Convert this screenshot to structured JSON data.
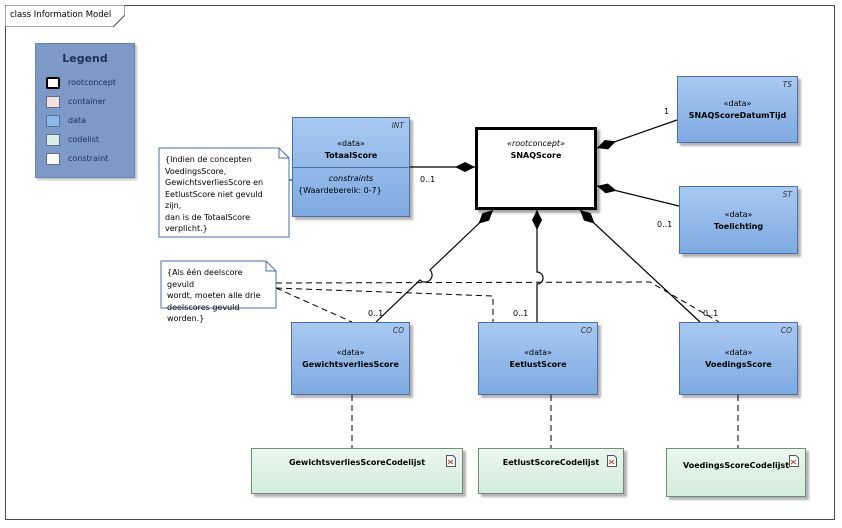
{
  "diagram": {
    "title": "class Information Model",
    "legend": {
      "title": "Legend",
      "items": [
        {
          "label": "rootconcept",
          "color": "#ffffff"
        },
        {
          "label": "container",
          "color": "#f3e1d8"
        },
        {
          "label": "data",
          "color": "#8db8ea"
        },
        {
          "label": "codelist",
          "color": "#d8efe0"
        },
        {
          "label": "constraint",
          "color": "#ffffff"
        }
      ]
    },
    "root": {
      "stereotype": "«rootconcept»",
      "name": "SNAQScore"
    },
    "classes": {
      "totaal": {
        "stereotype": "«data»",
        "name": "TotaalScore",
        "tag": "INT",
        "section": "constraints",
        "constraint": "{Waardebereik: 0-7}"
      },
      "datum": {
        "stereotype": "«data»",
        "name": "SNAQScoreDatumTijd",
        "tag": "TS"
      },
      "toelichting": {
        "stereotype": "«data»",
        "name": "Toelichting",
        "tag": "ST"
      },
      "gewicht": {
        "stereotype": "«data»",
        "name": "GewichtsverliesScore",
        "tag": "CO"
      },
      "eetlust": {
        "stereotype": "«data»",
        "name": "EetlustScore",
        "tag": "CO"
      },
      "voeding": {
        "stereotype": "«data»",
        "name": "VoedingsScore",
        "tag": "CO"
      }
    },
    "codelists": {
      "gewicht": "GewichtsverliesScoreCodelijst",
      "eetlust": "EetlustScoreCodelijst",
      "voeding": "VoedingsScoreCodelijst"
    },
    "notes": {
      "totaal": [
        "{Indien de concepten",
        "VoedingsScore,",
        "GewichtsverliesScore en",
        "EetlustScore niet gevuld zijn,",
        "dan is de TotaalScore",
        "verplicht.}"
      ],
      "deelscore": [
        "{Als één deelscore gevuld",
        "wordt, moeten alle drie",
        "deelscores gevuld worden.}"
      ]
    },
    "multiplicities": {
      "datum": "1",
      "totaal": "0..1",
      "toelichting": "0..1",
      "gewicht": "0..1",
      "eetlust": "0..1",
      "voeding": "0..1"
    },
    "colors": {
      "data": "#8db8ea",
      "codelist": "#d8efe0",
      "legend": "#7d99c8"
    }
  }
}
